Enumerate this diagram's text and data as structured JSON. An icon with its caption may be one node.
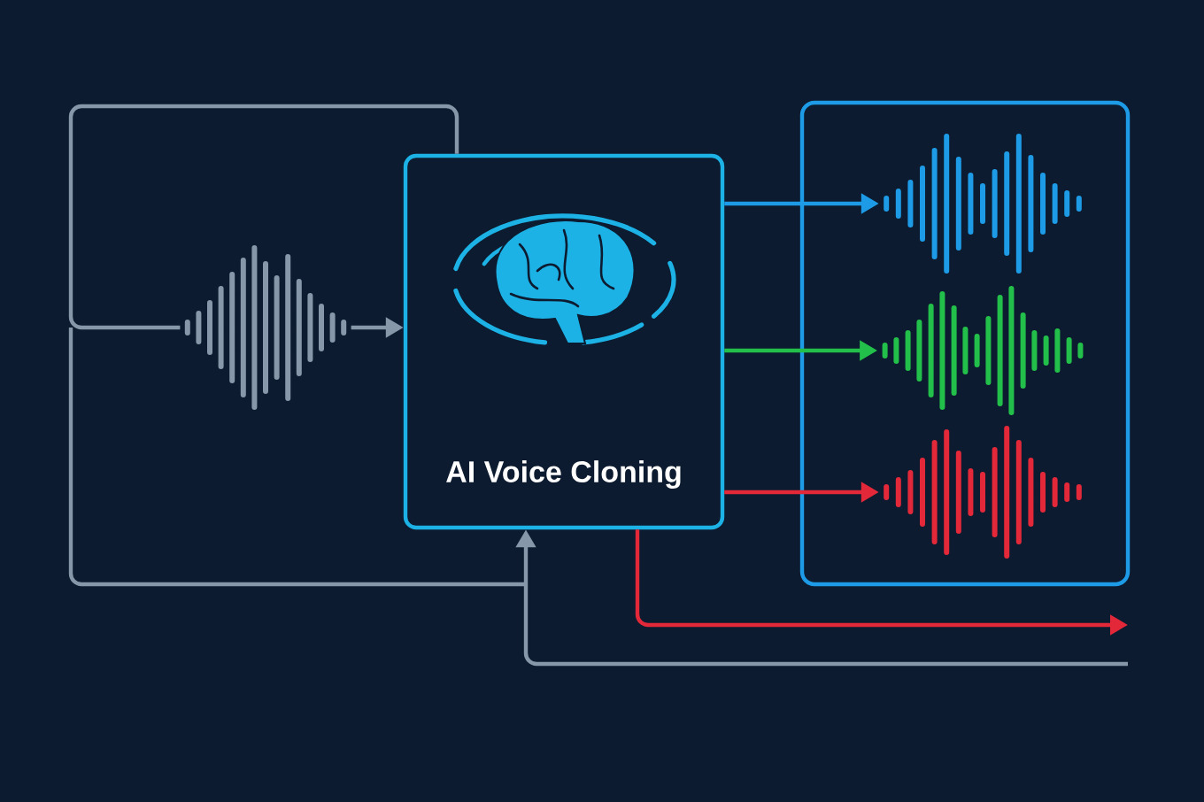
{
  "diagram": {
    "nodes": [
      {
        "text": [],
        "shape": "picture"
      },
      {
        "text": [
          "AI Voice Cloning"
        ]
      },
      {
        "text": [],
        "shape": "box"
      },
      {
        "text": [],
        "shape": "picture",
        "in": 2
      },
      {
        "text": [],
        "shape": "picture",
        "in": 2
      },
      {
        "text": [],
        "shape": "picture",
        "in": 2
      }
    ],
    "edges": [
      {
        "from": 0,
        "to": 1,
        "arrow": "to"
      },
      {
        "from": 1,
        "to": 3,
        "arrow": "to",
        "color": "#1e9be6"
      },
      {
        "from": 1,
        "to": 4,
        "arrow": "to",
        "color": "#22c04a"
      },
      {
        "from": 1,
        "to": 5,
        "arrow": "to",
        "color": "#e3283a"
      },
      {
        "from": 1,
        "to": null,
        "arrow": "to",
        "color": "#e3283a"
      },
      {
        "from": null,
        "to": 1,
        "arrow": "to"
      },
      {
        "from": 1,
        "to": 0,
        "arrow": "none"
      }
    ]
  }
}
